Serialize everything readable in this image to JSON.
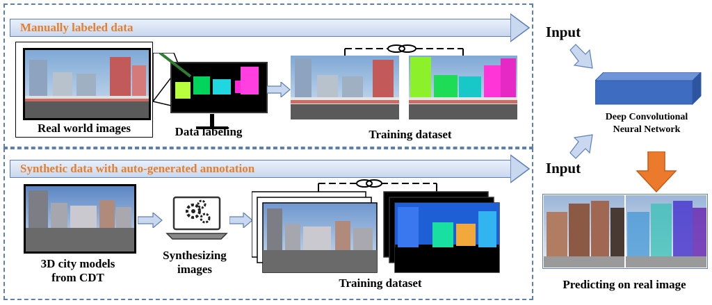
{
  "top": {
    "banner": "Manually labeled data",
    "real_world_label": "Real world images",
    "labeling_label": "Data labeling",
    "training_label": "Training dataset",
    "input_label": "Input"
  },
  "bottom": {
    "banner": "Synthetic data with auto-generated annotation",
    "city_label_line1": "3D city models",
    "city_label_line2": "from CDT",
    "synth_label_line1": "Synthesizing",
    "synth_label_line2": "images",
    "training_label": "Training dataset",
    "input_label": "Input"
  },
  "network": {
    "label_line1": "Deep Convolutional",
    "label_line2": "Neural Network"
  },
  "prediction": {
    "label": "Predicting on real image"
  },
  "colors": {
    "banner_text": "#e37f2e",
    "dashed_border": "#5b7fb5",
    "arrow_fill": "#c9d8ee",
    "network_box": "#3d6cc0",
    "down_arrow": "#ec7a2c"
  }
}
